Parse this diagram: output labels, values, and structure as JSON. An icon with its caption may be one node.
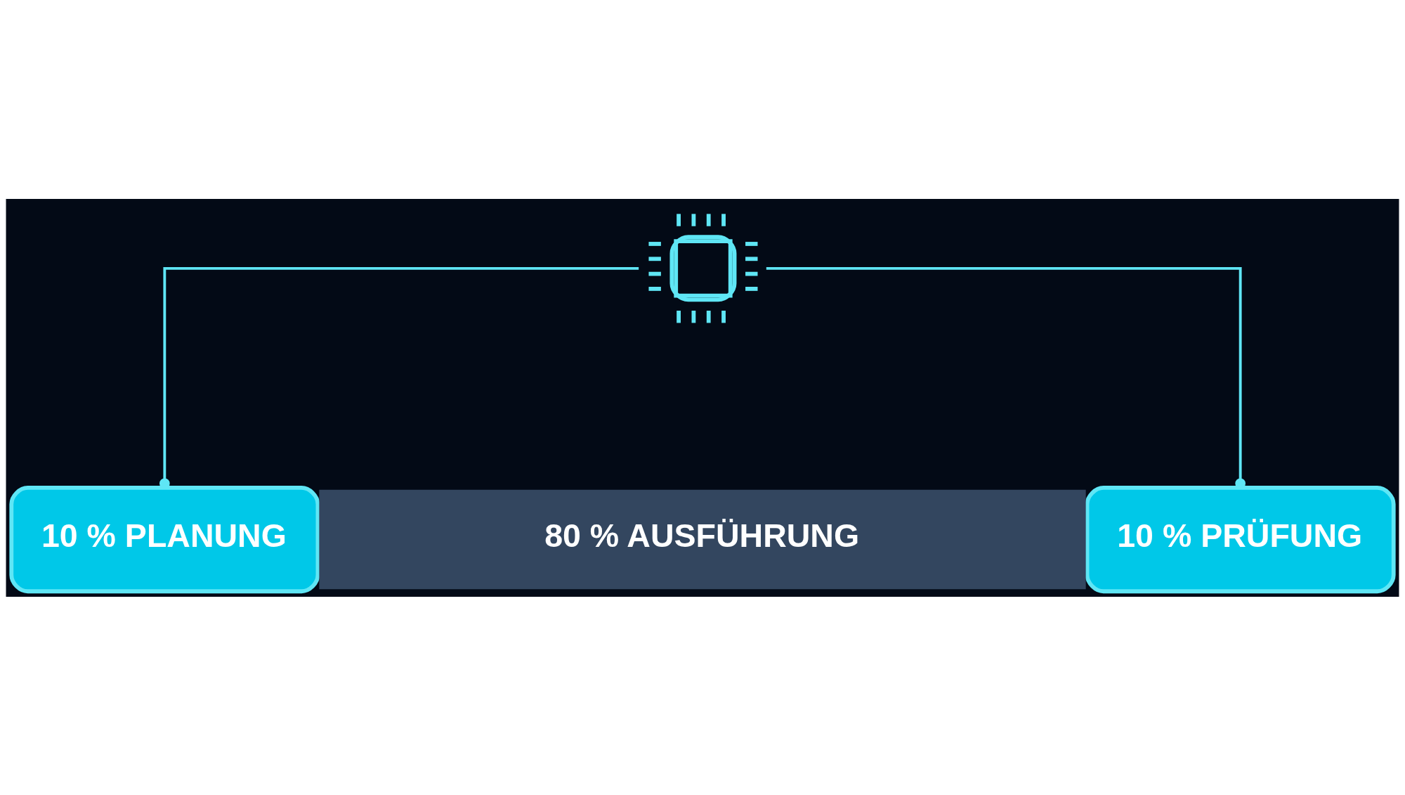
{
  "diagram": {
    "nodes": [
      {
        "text": [],
        "shape": "picture"
      },
      {
        "text": [
          "10 % PLANUNG"
        ]
      },
      {
        "text": [
          "80 % AUSFÜHRUNG"
        ]
      },
      {
        "text": [
          "10 % PRÜFUNG"
        ]
      }
    ],
    "edges": [
      {
        "from": 0,
        "to": 1,
        "arrow": "other"
      },
      {
        "from": 0,
        "to": 3,
        "arrow": "other"
      }
    ]
  }
}
